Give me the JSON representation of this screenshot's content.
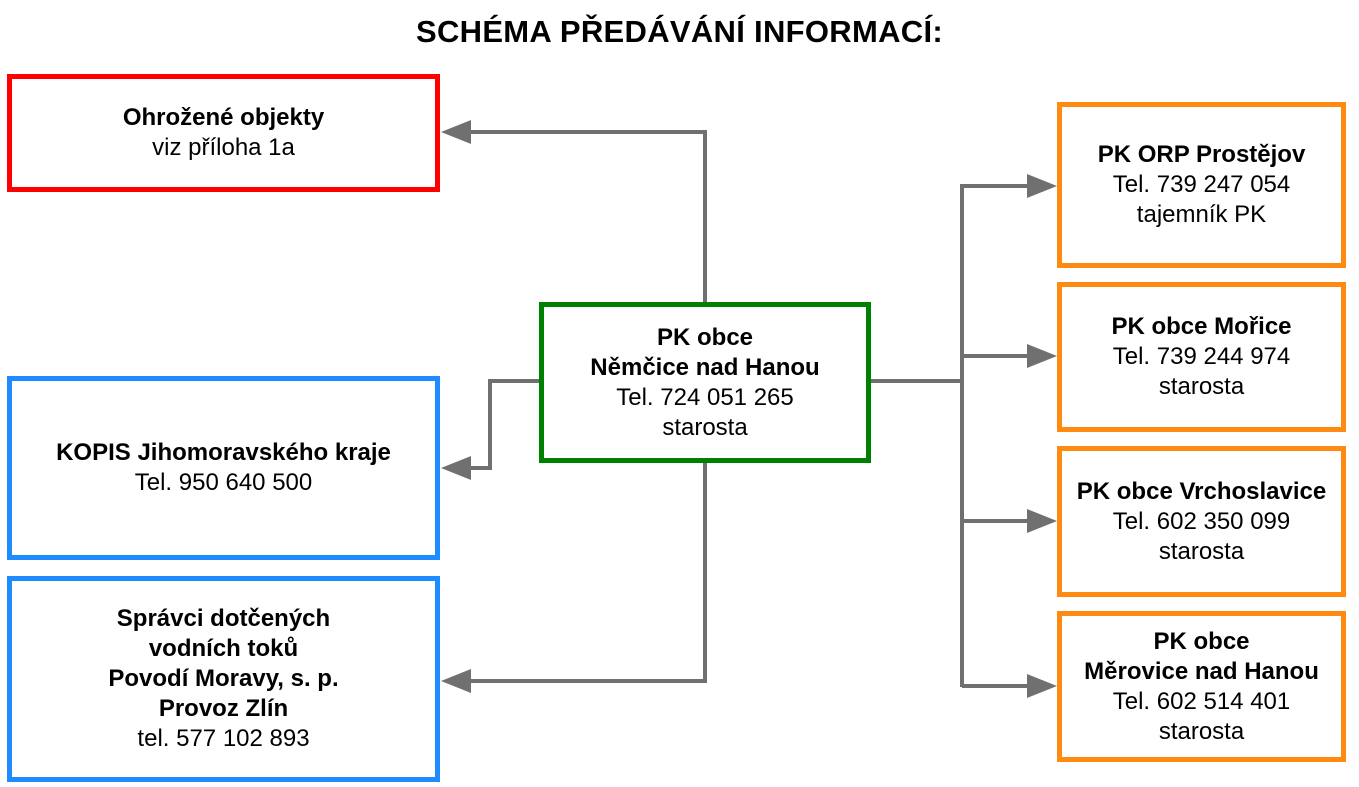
{
  "title": "SCHÉMA PŘEDÁVÁNÍ INFORMACÍ:",
  "colors": {
    "red": "#ff0000",
    "blue": "#1e8bff",
    "green": "#008000",
    "orange": "#ff8a12",
    "connector": "#707070"
  },
  "center": {
    "line1": "PK obce",
    "line2": "Němčice nad Hanou",
    "phone": "Tel. 724 051 265",
    "role": "starosta"
  },
  "left": {
    "ohrozene": {
      "name": "Ohrožené objekty",
      "note": "viz příloha 1a"
    },
    "kopis": {
      "name": "KOPIS Jihomoravského kraje",
      "phone": "Tel. 950 640 500"
    },
    "spravci": {
      "line1": "Správci dotčených",
      "line2": "vodních toků",
      "line3": "Povodí Moravy, s. p.",
      "line4": "Provoz Zlín",
      "phone": "tel. 577 102 893"
    }
  },
  "right": {
    "prostejov": {
      "name": "PK ORP Prostějov",
      "phone": "Tel. 739 247 054",
      "role": "tajemník PK"
    },
    "morice": {
      "name": "PK obce Mořice",
      "phone": "Tel. 739 244 974",
      "role": "starosta"
    },
    "vrchoslavice": {
      "name": "PK obce Vrchoslavice",
      "phone": "Tel. 602 350 099",
      "role": "starosta"
    },
    "merovice": {
      "line1": "PK obce",
      "line2": "Měrovice nad Hanou",
      "phone": "Tel. 602 514 401",
      "role": "starosta"
    }
  }
}
